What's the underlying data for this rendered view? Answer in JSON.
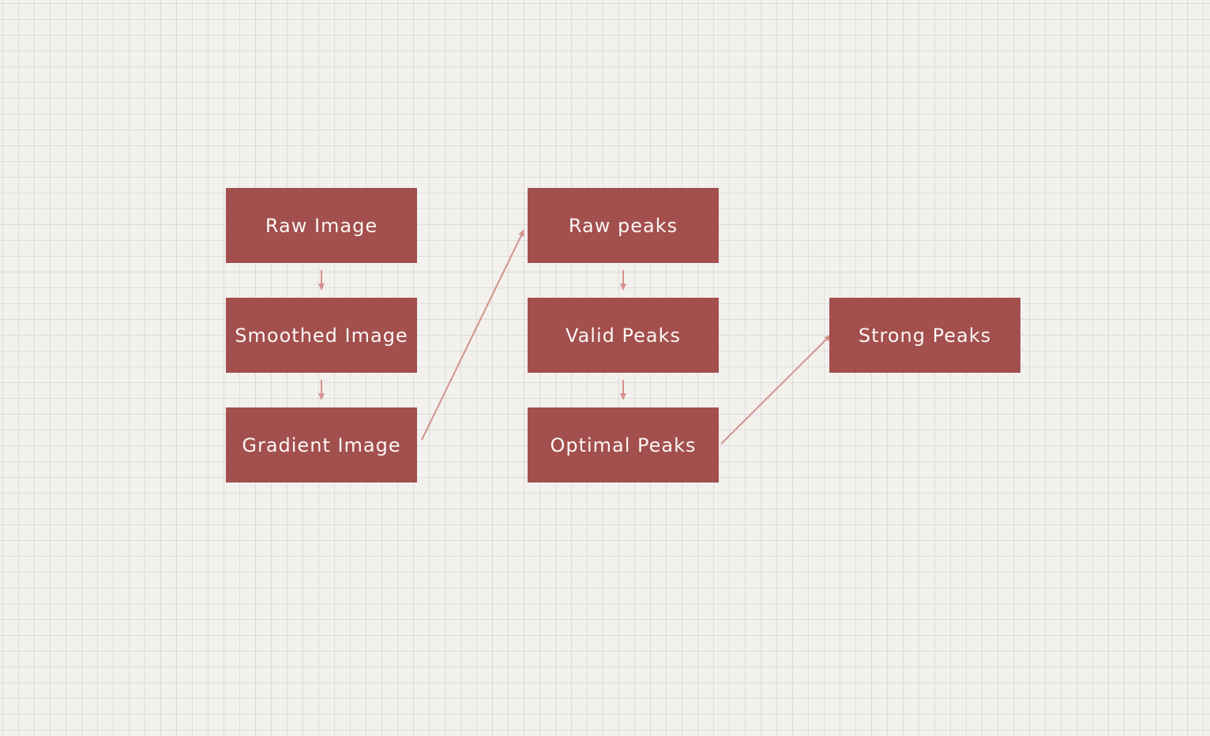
{
  "diagram": {
    "nodes": {
      "raw_image": "Raw Image",
      "smoothed_image": "Smoothed Image",
      "gradient_image": "Gradient Image",
      "raw_peaks": "Raw peaks",
      "valid_peaks": "Valid Peaks",
      "optimal_peaks": "Optimal Peaks",
      "strong_peaks": "Strong Peaks"
    },
    "edges": [
      {
        "from": "raw_image",
        "to": "smoothed_image"
      },
      {
        "from": "smoothed_image",
        "to": "gradient_image"
      },
      {
        "from": "gradient_image",
        "to": "raw_peaks"
      },
      {
        "from": "raw_peaks",
        "to": "valid_peaks"
      },
      {
        "from": "valid_peaks",
        "to": "optimal_peaks"
      },
      {
        "from": "optimal_peaks",
        "to": "strong_peaks"
      }
    ]
  },
  "colors": {
    "node_fill": "#a24f4d",
    "node_text": "#fbf6f4",
    "arrow": "#d4928c",
    "background": "#f2f1ee",
    "grid": "#d8d7d3"
  }
}
